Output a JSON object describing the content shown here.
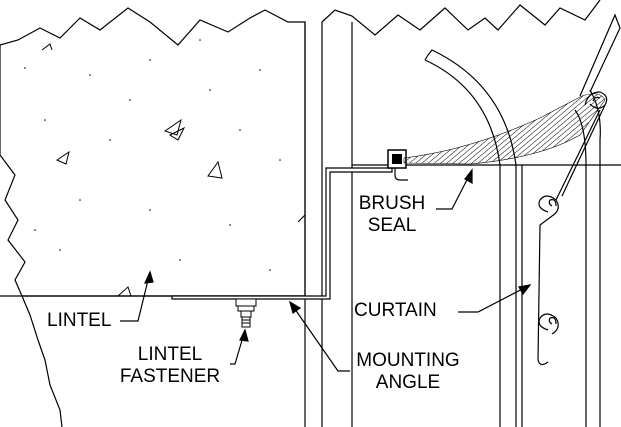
{
  "callouts": {
    "brush_seal": {
      "line1": "BRUSH",
      "line2": "SEAL"
    },
    "lintel": {
      "label": "LINTEL"
    },
    "curtain": {
      "label": "CURTAIN"
    },
    "lintel_fastener": {
      "line1": "LINTEL",
      "line2": "FASTENER"
    },
    "mounting_angle": {
      "line1": "MOUNTING",
      "line2": "ANGLE"
    }
  },
  "colors": {
    "line": "#000000",
    "background": "#ffffff"
  }
}
